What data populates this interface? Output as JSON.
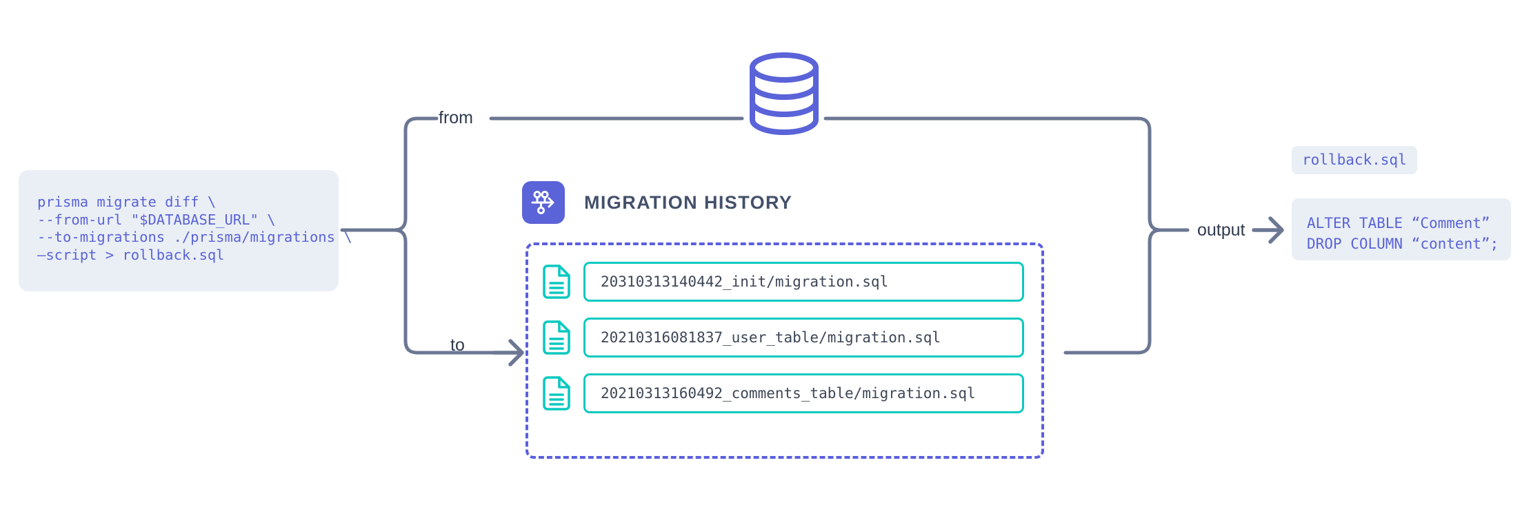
{
  "diagram": {
    "command_block": {
      "name": "prisma-migrate-diff-command",
      "lines": [
        "prisma migrate diff \\",
        "--from-url \"$DATABASE_URL\" \\",
        "--to-migrations ./prisma/migrations \\",
        "–script > rollback.sql"
      ],
      "text": "prisma migrate diff \\\n--from-url \"$DATABASE_URL\" \\\n--to-migrations ./prisma/migrations \\\n–script > rollback.sql"
    },
    "labels": {
      "from": "from",
      "to": "to",
      "output": "output"
    },
    "icons": {
      "database": "database-icon",
      "migration_history": "git-branch-arrow-icon",
      "file": "document-icon",
      "arrow": "arrow-right-icon"
    },
    "migration_history": {
      "title": "MIGRATION HISTORY",
      "files": [
        {
          "name": "20310313140442_init/migration.sql"
        },
        {
          "name": "20210316081837_user_table/migration.sql"
        },
        {
          "name": "20210313160492_comments_table/migration.sql"
        }
      ]
    },
    "output": {
      "filename": "rollback.sql",
      "sql_lines": [
        "ALTER TABLE “Comment”",
        "DROP COLUMN “content”;"
      ],
      "sql": "ALTER TABLE “Comment”\nDROP COLUMN “content”;"
    },
    "colors": {
      "indigo": "#5a63d8",
      "dashed_border": "#5a5fe0",
      "teal": "#0ac9c0",
      "wire": "#6b7793",
      "panel_bg": "#eaeff5",
      "title": "#44506a",
      "code_text": "#3d4656"
    }
  }
}
